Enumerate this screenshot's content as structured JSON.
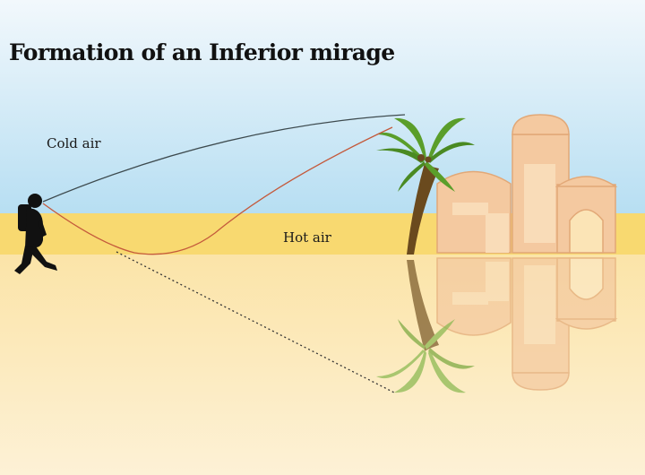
{
  "diagram": {
    "title": "Formation of an Inferior mirage",
    "labels": {
      "cold_air": "Cold air",
      "hot_air": "Hot air"
    },
    "colors": {
      "sky_top": "#f2f8fc",
      "sky_bottom": "#b6def2",
      "hot_air_band": "#f8d970",
      "sand": "#fbe7b4",
      "cold_ray": "#3d4a4e",
      "refracted_ray": "#c45a3c",
      "mirage_line": "#333333",
      "palm_leaves": "#5a9e2a",
      "palm_trunk": "#6a4a1e",
      "building": "#f4c9a0"
    },
    "icons": {
      "observer": "walking-person-icon",
      "tree": "palm-tree-icon",
      "building": "building-icon"
    }
  }
}
